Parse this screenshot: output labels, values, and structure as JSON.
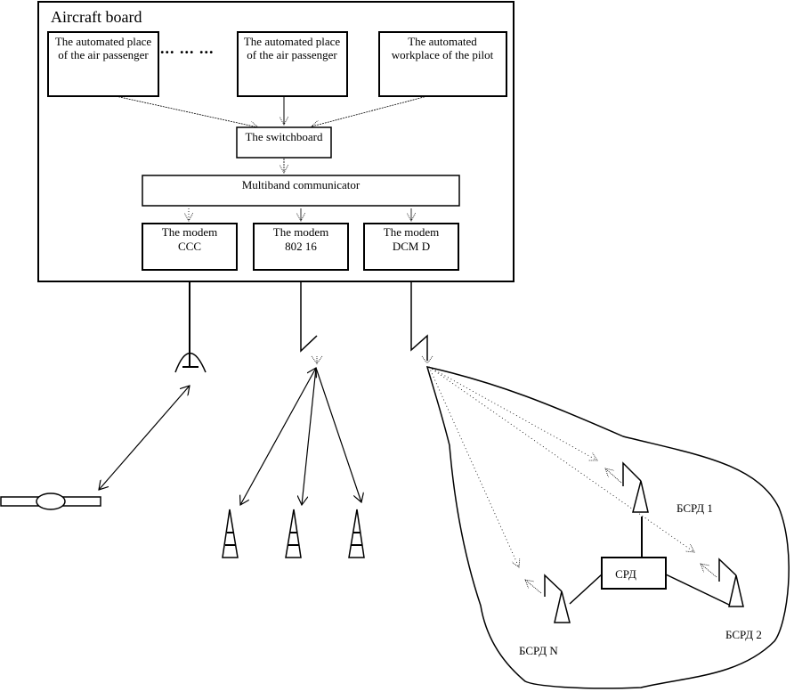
{
  "diagram": {
    "aircraft_board": {
      "title": "Aircraft board",
      "workplaces": [
        {
          "line1": "The automated place",
          "line2": "of the air passenger"
        },
        {
          "line1": "The automated place",
          "line2": "of the air passenger"
        },
        {
          "line1": "The automated",
          "line2": "workplace of the pilot"
        }
      ],
      "ellipsis": "... ... ...",
      "switchboard": "The switchboard",
      "communicator": "Multiband communicator",
      "modems": [
        {
          "line1": "The modem",
          "line2": "CCC"
        },
        {
          "line1": "The modem",
          "line2": "802 16"
        },
        {
          "line1": "The modem",
          "line2": "DCM D"
        }
      ]
    },
    "ground_network": {
      "central_station": "СРД",
      "base_stations": [
        "БСРД 1",
        "БСРД 2",
        "БСРД N"
      ]
    },
    "icons": [
      "satellite-dish-icon",
      "satellite-icon",
      "radio-antenna-icon",
      "tower-icon",
      "base-station-icon"
    ]
  }
}
